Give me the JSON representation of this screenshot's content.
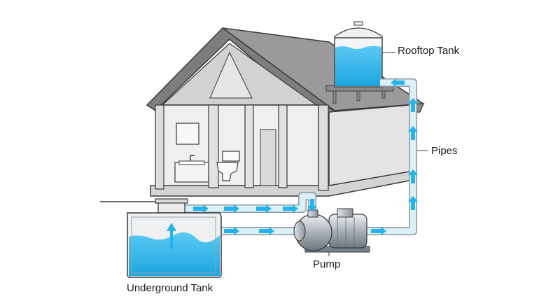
{
  "labels": {
    "rooftop_tank": "Rooftop Tank",
    "pipes": "Pipes",
    "pump": "Pump",
    "underground_tank": "Underground Tank"
  },
  "colors": {
    "water": "#2fb8ec",
    "water_light": "#bfe8f8",
    "pipe": "#d8eef8",
    "pipe_edge": "#8a96a0",
    "arrow": "#22b4ea",
    "house_wall": "#eeeeee",
    "roof": "#8f8f8f",
    "line": "#3a3a3a",
    "pump_metal": "#b5bcc2"
  }
}
